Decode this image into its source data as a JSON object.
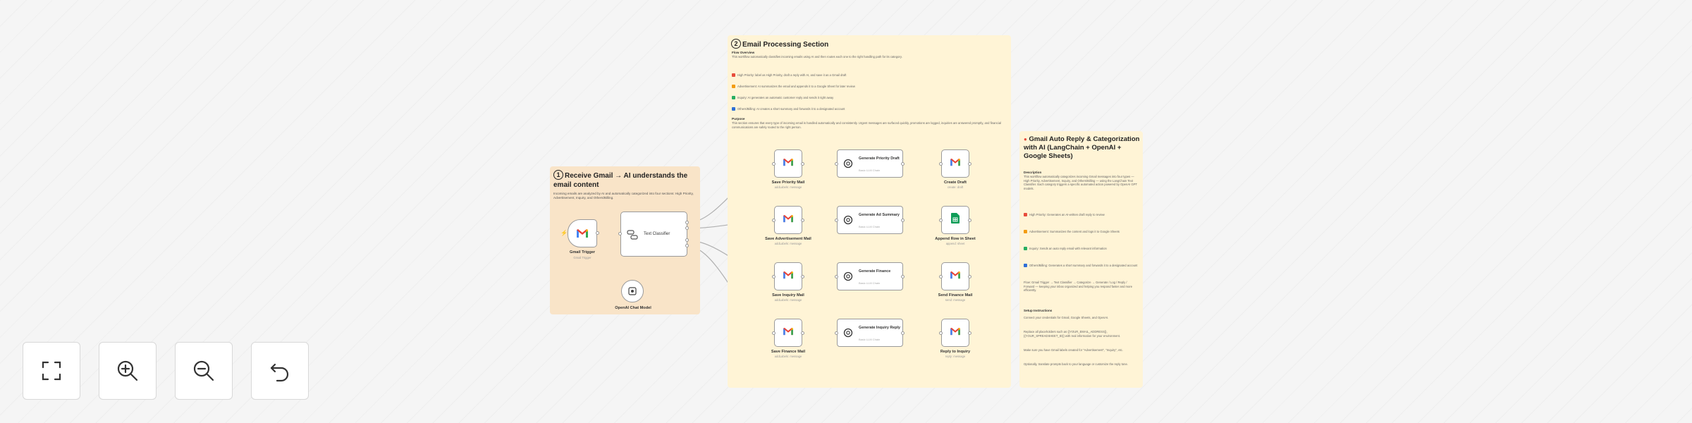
{
  "sticky_trigger": {
    "number": "1",
    "title": "Receive Gmail → AI understands the email content",
    "desc": "Incoming emails are analyzed by AI and automatically categorized into four sections: High Priority, Advertisement, Inquiry, and Others/Billing."
  },
  "sticky_processing": {
    "number": "2",
    "title": "Email Processing Section",
    "overview_heading": "Flow Overview",
    "overview": "This workflow automatically classifies incoming emails using AI and then routes each one to the right handling path for its category.",
    "items": [
      {
        "color": "#e74c3c",
        "text": "High Priority: label as High Priority, draft a reply with AI, and save it as a Gmail draft"
      },
      {
        "color": "#f39c12",
        "text": "Advertisement: AI summarizes the email and appends it to a Google Sheet for later review"
      },
      {
        "color": "#27ae60",
        "text": "Inquiry: AI generates an automatic customer reply and sends it right away"
      },
      {
        "color": "#2f6fd6",
        "text": "Others/Billing: AI creates a short summary and forwards it to a designated account"
      }
    ],
    "purpose_heading": "Purpose",
    "purpose": "This section ensures that every type of incoming email is handled automatically and consistently. Urgent messages are surfaced quickly, promotions are logged, inquiries are answered promptly, and financial communications are safely routed to the right person."
  },
  "sticky_description": {
    "title": "Gmail Auto Reply & Categorization with AI (LangChain + OpenAI + Google Sheets)",
    "desc_heading": "Description",
    "desc": "This workflow automatically categorizes incoming Gmail messages into four types — High Priority, Advertisement, Inquiry, and Others/Billing — using the LangChain Text Classifier. Each category triggers a specific automated action powered by OpenAI GPT models.",
    "items": [
      {
        "color": "#e74c3c",
        "text": "High Priority: Generates an AI-written draft reply to review"
      },
      {
        "color": "#f39c12",
        "text": "Advertisement: Summarizes the content and logs it to Google Sheets"
      },
      {
        "color": "#27ae60",
        "text": "Inquiry: Sends an auto reply email with relevant information"
      },
      {
        "color": "#2f6fd6",
        "text": "Others/Billing: Generates a short summary and forwards it to a designated account"
      }
    ],
    "flow": "Flow: Gmail Trigger → Text Classifier → Categorize → Generate / Log / Reply / Forward — keeping your inbox organized and helping you respond faster and more efficiently.",
    "setup_heading": "Setup Instructions",
    "setup": [
      "Connect your credentials for Gmail, Google Sheets, and OpenAI.",
      "Replace all placeholders such as {{YOUR_EMAIL_ADDRESS}}, {{YOUR_SPREADSHEET_ID}} with real information for your environment.",
      "Make sure you have Gmail labels created for \"Advertisement\", \"Inquiry\", etc.",
      "Optionally, translate prompts back to your language or customize the reply tone."
    ]
  },
  "nodes": {
    "trigger": {
      "label": "Gmail Trigger",
      "sub": "Gmail Trigger"
    },
    "classifier": {
      "label": "Text Classifier"
    },
    "model": {
      "label": "OpenAI Chat Model"
    },
    "rows": [
      {
        "label_left": "Save Priority Mail",
        "sub_left": "addLabels: message",
        "ai_title": "Generate Priority Draft",
        "ai_sub": "Basic LLM Chain",
        "label_right": "Create Draft",
        "sub_right": "create: draft",
        "right_icon": "gmail"
      },
      {
        "label_left": "Save Advertisement Mail",
        "sub_left": "addLabels: message",
        "ai_title": "Generate Ad Summary",
        "ai_sub": "Basic LLM Chain",
        "label_right": "Append Row in Sheet",
        "sub_right": "append: sheet",
        "right_icon": "sheets"
      },
      {
        "label_left": "Save Inquiry Mail",
        "sub_left": "addLabels: message",
        "ai_title": "Generate Finance",
        "ai_sub": "Basic LLM Chain",
        "label_right": "Send Finance Mail",
        "sub_right": "send: message",
        "right_icon": "gmail"
      },
      {
        "label_left": "Save Finance Mail",
        "sub_left": "addLabels: message",
        "ai_title": "Generate Inquiry Reply",
        "ai_sub": "Basic LLM Chain",
        "label_right": "Reply to Inquiry",
        "sub_right": "reply: message",
        "right_icon": "gmail"
      }
    ]
  },
  "controls": {
    "fit": "fit-to-view",
    "zoom_in": "zoom-in",
    "zoom_out": "zoom-out",
    "reset": "reset-zoom"
  },
  "colors": {
    "sticky_orange": "#f9e4c8",
    "sticky_yellow": "#fff4d6",
    "gmail_red": "#ea4335",
    "gmail_blue": "#4285f4",
    "sheets_green": "#0f9d58"
  }
}
